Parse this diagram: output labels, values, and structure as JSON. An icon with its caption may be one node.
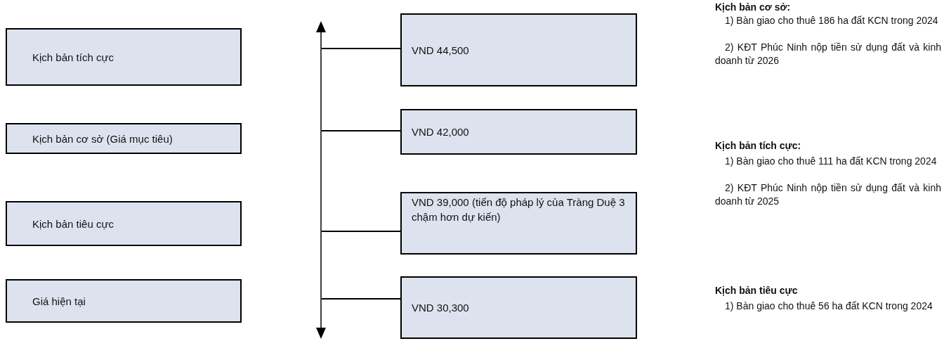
{
  "diagram": {
    "nodes": [
      {
        "text": [
          "Kịch bản tích cực"
        ]
      },
      {
        "text": [
          "Kịch bản cơ sở (Giá mục tiêu)"
        ]
      },
      {
        "text": [
          "Kịch bản tiêu cực"
        ]
      },
      {
        "text": [
          "Giá hiện tại"
        ]
      },
      {
        "text": [
          "VND 44,500"
        ]
      },
      {
        "text": [
          "VND 42,000"
        ]
      },
      {
        "text": [
          "VND 39,000 (tiến độ pháp lý của Tràng Duệ 3 chậm hơn dự kiến)"
        ]
      },
      {
        "text": [
          "VND 30,300"
        ]
      }
    ],
    "edges": [
      {
        "from": null,
        "to": 4,
        "arrow": "none"
      },
      {
        "from": null,
        "to": 5,
        "arrow": "none"
      },
      {
        "from": null,
        "to": 6,
        "arrow": "none"
      },
      {
        "from": null,
        "to": 7,
        "arrow": "none"
      }
    ],
    "labels": [
      "Kịch bản cơ sở:",
      "1) Bàn giao cho thuê 186 ha đất KCN trong 2024",
      "2) KĐT Phúc Ninh nộp tiền sử dụng đất và kinh doanh từ 2026",
      "Kịch bản tích cực:",
      "1) Bàn giao cho thuê 111 ha đất KCN trong 2024",
      "2) KĐT Phúc Ninh nộp tiền sử dụng đất và kinh doanh từ 2025",
      "Kịch bản tiêu cực",
      "1) Bàn giao cho thuê 56 ha đất KCN trong 2024"
    ]
  }
}
